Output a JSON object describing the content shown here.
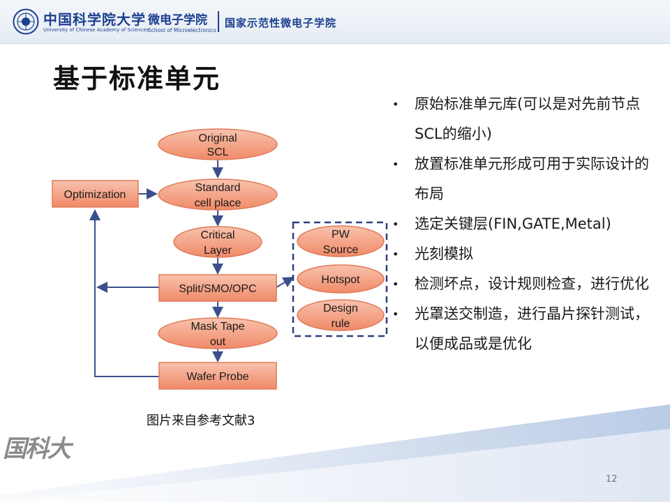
{
  "header": {
    "university_cn": "中国科学院大学",
    "university_en": "University of Chinese Academy of Sciences",
    "school_cn": "微电子学院",
    "school_en": "School of Microelectronics",
    "demo_cn": "国家示范性微电子学院"
  },
  "slide": {
    "title": "基于标准单元",
    "caption": "图片来自参考文献3",
    "page_number": "12"
  },
  "diagram": {
    "nodes": {
      "original_scl": [
        "Original",
        "SCL"
      ],
      "standard_cell_place": [
        "Standard",
        "cell place"
      ],
      "optimization": "Optimization",
      "critical_layer": [
        "Critical",
        "Layer"
      ],
      "split_smo_opc": "Split/SMO/OPC",
      "mask_tape_out": [
        "Mask Tape",
        "out"
      ],
      "wafer_probe": "Wafer Probe",
      "pw_source": [
        "PW",
        "Source"
      ],
      "hotspot": "Hotspot",
      "design_rule": [
        "Design",
        "rule"
      ]
    }
  },
  "bullets": [
    "原始标准单元库(可以是对先前节点SCL的缩小)",
    "放置标准单元形成可用于实际设计的布局",
    "选定关键层(FIN,GATE,Metal)",
    "光刻模拟",
    "检测坏点，设计规则检查，进行优化",
    "光罩送交制造，进行晶片探针测试，以便成品或是优化"
  ],
  "colors": {
    "node_fill": "#f4a58a",
    "node_stroke": "#e07a5a",
    "arrow": "#3b4f8c",
    "header_blue": "#1b3f8f"
  }
}
